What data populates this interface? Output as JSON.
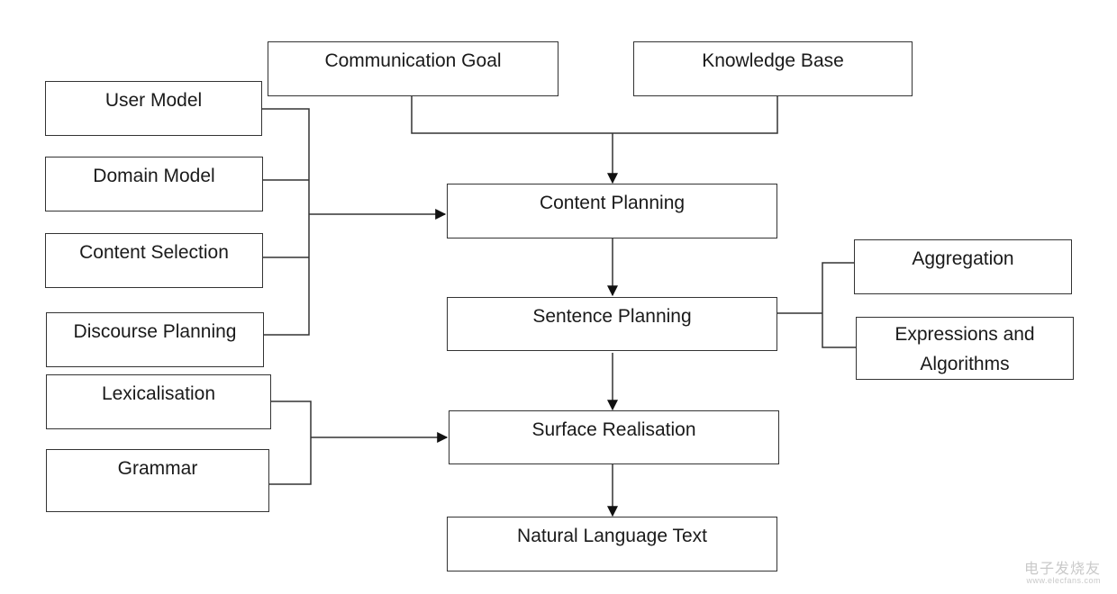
{
  "nodes": {
    "communication_goal": "Communication Goal",
    "knowledge_base": "Knowledge Base",
    "user_model": "User Model",
    "domain_model": "Domain Model",
    "content_selection": "Content Selection",
    "discourse_planning": "Discourse Planning",
    "content_planning": "Content Planning",
    "sentence_planning": "Sentence Planning",
    "aggregation": "Aggregation",
    "expressions_line1": "Expressions and",
    "expressions_line2": "Algorithms",
    "lexicalisation": "Lexicalisation",
    "grammar": "Grammar",
    "surface_realisation": "Surface Realisation",
    "natural_language_text": "Natural Language Text"
  },
  "watermark": {
    "brand": "电子发烧友",
    "site": "www.elecfans.com"
  },
  "colors": {
    "line": "#333333",
    "text": "#1a1a1a",
    "background": "#ffffff"
  }
}
